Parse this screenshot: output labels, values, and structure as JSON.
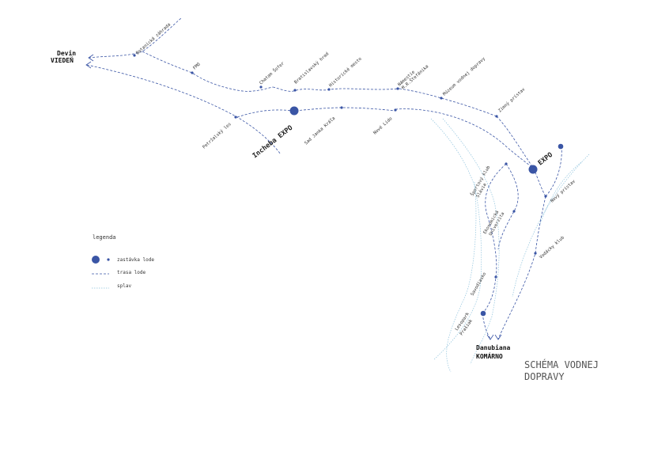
{
  "map": {
    "title_line1": "SCHÉMA VODNEJ",
    "title_line2": "DOPRAVY",
    "colors": {
      "route": "#3a55a5",
      "stop": "#3a55a5",
      "river": "#8fc3dd"
    }
  },
  "terminals": {
    "west_1": "Devin",
    "west_2": "VIEDEŇ",
    "south_1": "Danubiana",
    "south_2": "KOMÁRNO"
  },
  "hubs": {
    "incheba": "Incheba EXPO",
    "expo": "EXPO"
  },
  "stops": {
    "botanicka": "Botanická záhrada",
    "fmo": "FMO",
    "chatam": "Chatam Šofer",
    "bratislavsky_hrad": "Bratislavský hrad",
    "historicke_mesto": "Historické mesto",
    "namestie_1": "Námestie",
    "namestie_2": "M.R.Štefánika",
    "muzeum": "Múzeum vodnej dopravy",
    "zimny_pristav": "Zimný prístav",
    "petrzalsky_les": "Petržalský les",
    "sad_janka_krala": "Sad Janka Kráľa",
    "nove_lido": "Nové Lido",
    "sportovy_klub_1": "Športový klub",
    "sportovy_klub_2": "Slávia",
    "ekonomicka_1": "Ekonomická",
    "ekonomicka_2": "Univerzita",
    "novy_pristav": "Nový prístav",
    "vodacky_klub": "Vodácky klub",
    "savodiasko": "Savodiasko",
    "lesopark_1": "Lesopark",
    "lesopark_2": "Prašiak"
  },
  "legend": {
    "title": "legenda",
    "stop": "zastávka lode",
    "route": "trasa lode",
    "river": "splav"
  }
}
